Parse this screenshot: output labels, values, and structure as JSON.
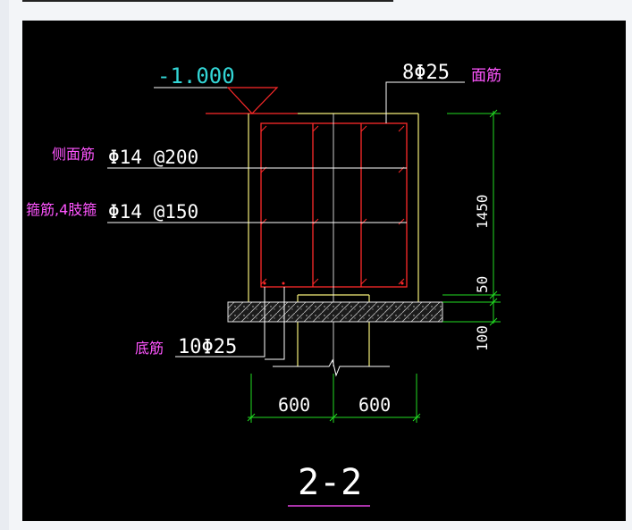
{
  "drawing": {
    "elevation_label": "-1.000",
    "top_rebar": {
      "spec": "8Φ25",
      "name": "面筋"
    },
    "side_rebar": {
      "name": "侧面筋",
      "spec": "Φ14 @200"
    },
    "stirrup": {
      "name": "箍筋,4肢箍",
      "spec": "Φ14 @150"
    },
    "bottom_rebar": {
      "name": "底筋",
      "spec": "10Φ25"
    },
    "dims_vertical": [
      "1450",
      "50",
      "100"
    ],
    "dims_horizontal": [
      "600",
      "600"
    ],
    "section_title": "2-2"
  },
  "colors": {
    "canvas_bg": "#000000",
    "cad_white": "#ffffff",
    "cad_red": "#ff2a2a",
    "cad_yellow": "#f5f07a",
    "cad_green": "#22dd22",
    "cad_cyan": "#33d6d6",
    "cad_magenta": "#ff55ff",
    "title_underline": "#aa33aa"
  }
}
